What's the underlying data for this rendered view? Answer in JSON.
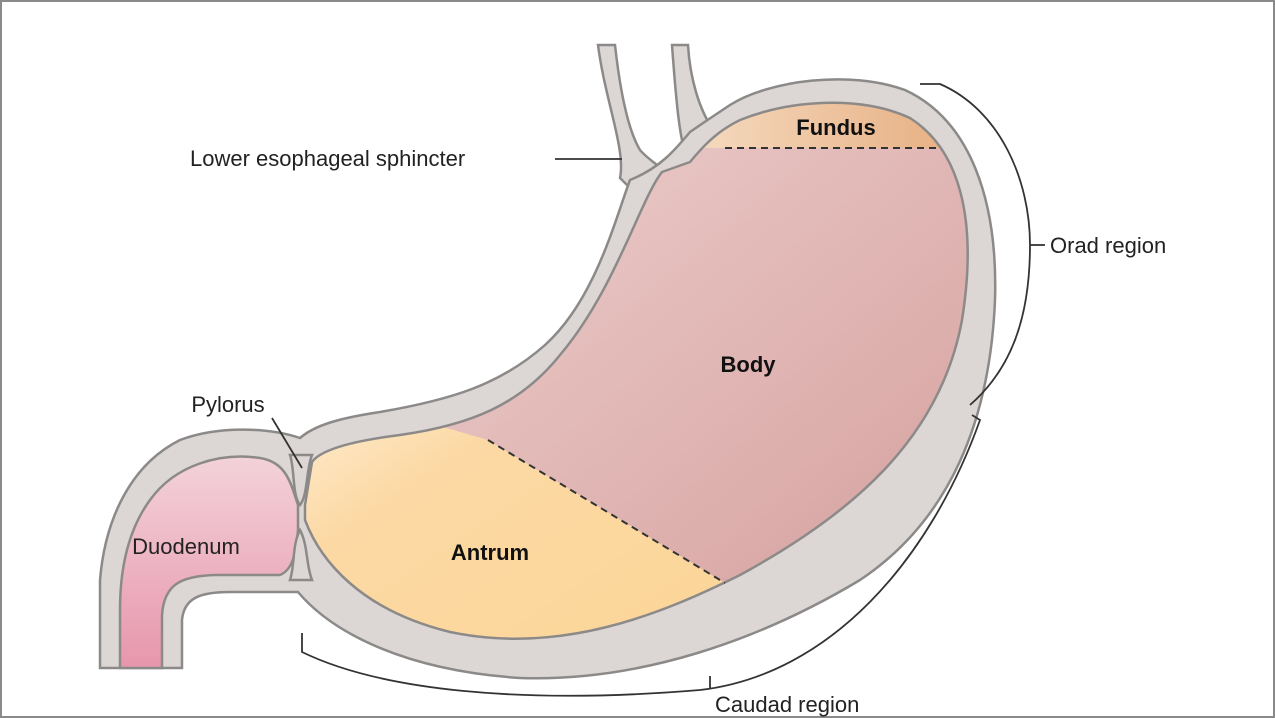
{
  "regions": {
    "fundus": "Fundus",
    "body": "Body",
    "antrum": "Antrum",
    "duodenum": "Duodenum"
  },
  "labels": {
    "les": "Lower esophageal sphincter",
    "pylorus": "Pylorus",
    "orad": "Orad region",
    "caudad": "Caudad region"
  },
  "colors": {
    "wall": "#dcd6d4",
    "fundus": "#e9b88e",
    "body": "#d9a8a6",
    "antrum": "#fbd59a",
    "duodenum": "#e9a3b4"
  }
}
